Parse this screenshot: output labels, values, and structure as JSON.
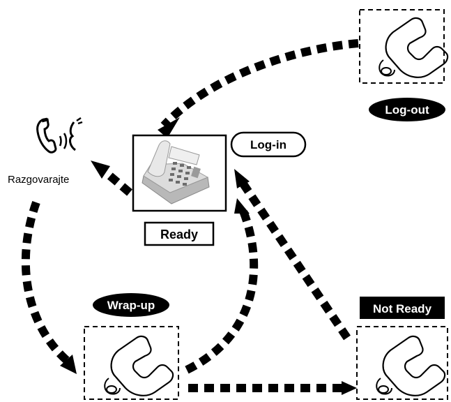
{
  "diagram": {
    "labels": {
      "log_out": "Log-out",
      "log_in": "Log-in",
      "ready": "Ready",
      "wrap_up": "Wrap-up",
      "not_ready": "Not Ready",
      "talk": "Razgovarajte"
    },
    "icons": {
      "phone_logout": "handset-phone-icon",
      "phone_ready": "desk-phone-icon",
      "phone_wrapup": "handset-phone-icon",
      "phone_notready": "handset-phone-icon",
      "talk": "talking-handset-icon"
    },
    "colors": {
      "ink": "#000000",
      "background": "#ffffff",
      "phone_body": "#c8c8c8"
    }
  }
}
